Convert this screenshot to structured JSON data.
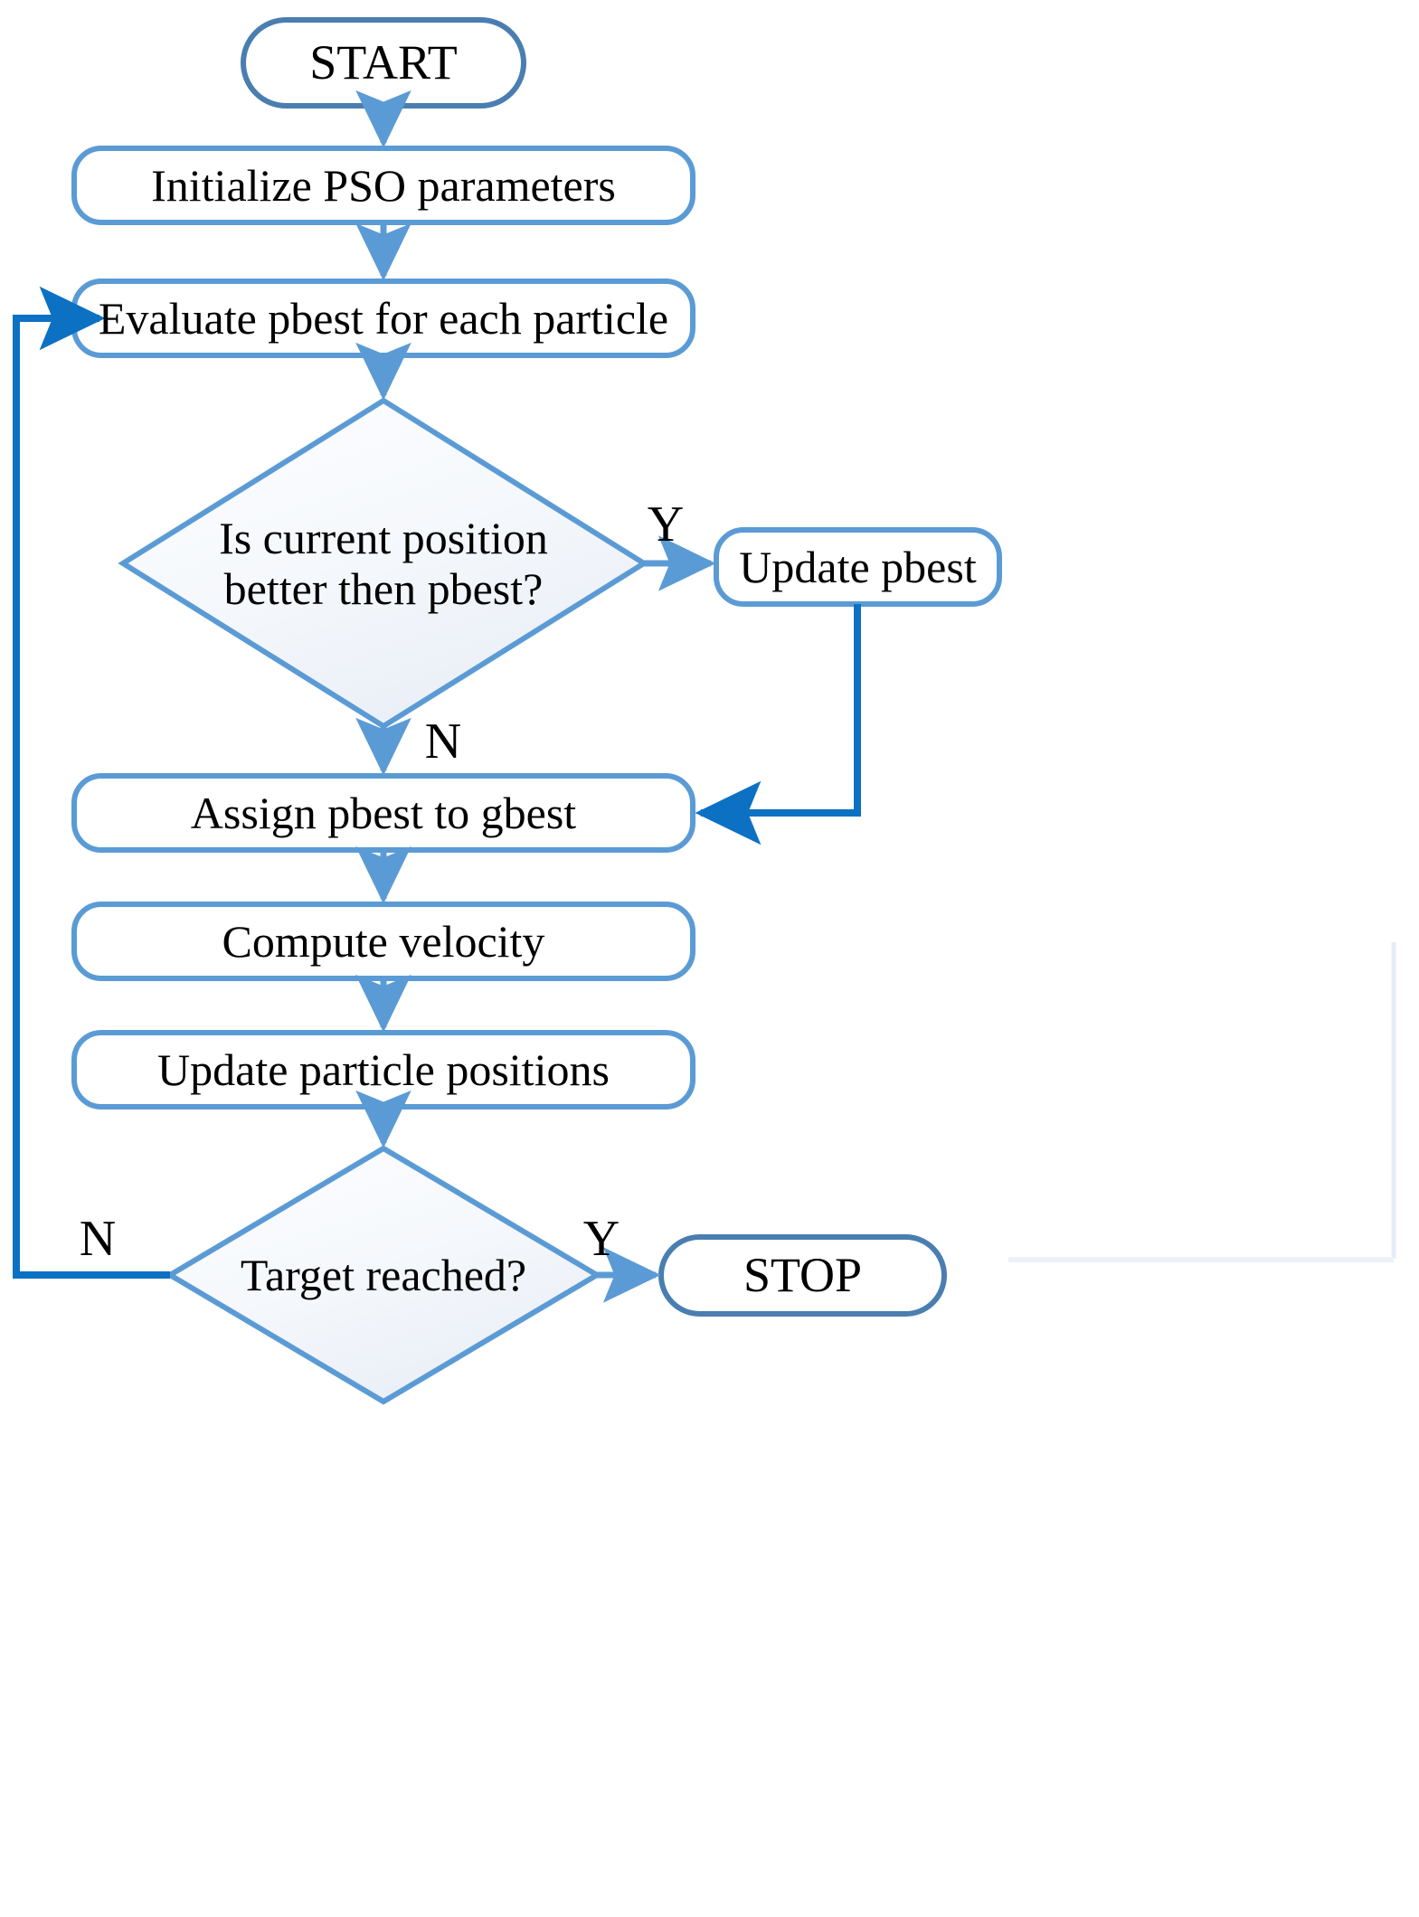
{
  "diagram": {
    "title": "PSO algorithm flowchart",
    "type": "flowchart",
    "colors": {
      "shape_stroke": "#5B9BD5",
      "terminal_stroke": "#4A7EB0",
      "flow_arrow": "#5B9BD5",
      "feedback_arrow": "#0C71C3",
      "diamond_fill_start": "#FCFDFE",
      "diamond_fill_end": "#EDF1F7",
      "text": "#000000",
      "background": "#FFFFFF"
    }
  },
  "nodes": {
    "start": {
      "label": "START",
      "shape": "terminal"
    },
    "init": {
      "label": "Initialize PSO parameters",
      "shape": "process"
    },
    "evaluate": {
      "label": "Evaluate pbest for each particle",
      "shape": "process"
    },
    "decision_pbest": {
      "label": "Is current position\nbetter then pbest?",
      "shape": "decision"
    },
    "update_pbest": {
      "label": "Update pbest",
      "shape": "process"
    },
    "assign_gbest": {
      "label": "Assign pbest to gbest",
      "shape": "process"
    },
    "compute_velocity": {
      "label": "Compute velocity",
      "shape": "process"
    },
    "update_positions": {
      "label": "Update particle positions",
      "shape": "process"
    },
    "decision_target": {
      "label": "Target reached?",
      "shape": "decision"
    },
    "stop": {
      "label": "STOP",
      "shape": "terminal"
    }
  },
  "branch_labels": {
    "pbest_yes": "Y",
    "pbest_no": "N",
    "target_yes": "Y",
    "target_no": "N"
  },
  "edges": [
    {
      "from": "start",
      "to": "init",
      "label": ""
    },
    {
      "from": "init",
      "to": "evaluate",
      "label": ""
    },
    {
      "from": "evaluate",
      "to": "decision_pbest",
      "label": ""
    },
    {
      "from": "decision_pbest",
      "to": "update_pbest",
      "label": "Y"
    },
    {
      "from": "decision_pbest",
      "to": "assign_gbest",
      "label": "N"
    },
    {
      "from": "update_pbest",
      "to": "assign_gbest",
      "label": ""
    },
    {
      "from": "assign_gbest",
      "to": "compute_velocity",
      "label": ""
    },
    {
      "from": "compute_velocity",
      "to": "update_positions",
      "label": ""
    },
    {
      "from": "update_positions",
      "to": "decision_target",
      "label": ""
    },
    {
      "from": "decision_target",
      "to": "stop",
      "label": "Y"
    },
    {
      "from": "decision_target",
      "to": "evaluate",
      "label": "N"
    }
  ]
}
